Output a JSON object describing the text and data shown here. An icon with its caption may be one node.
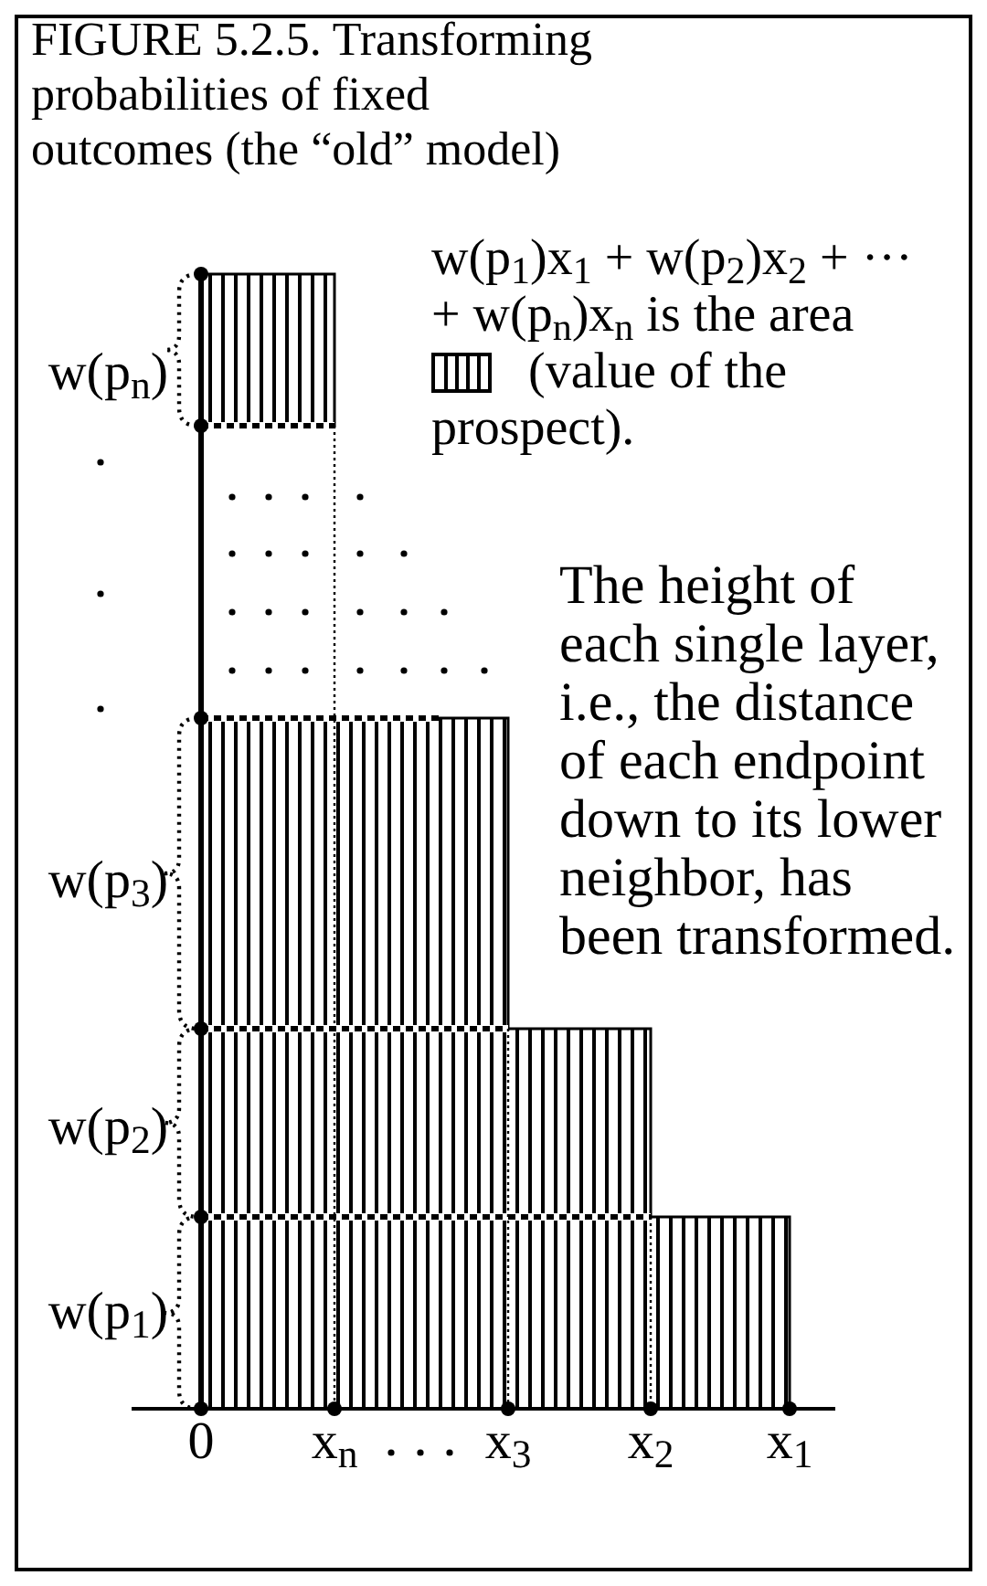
{
  "diagram": {
    "title": "FIGURE 5.2.5. Transforming probabilities of fixed outcomes (the “old” model)",
    "labels": [
      "w(p$_{1}$)x$_{1}$ + w(p$_{2}$)x$_{2}$ + ··· + w(p$_{n}$)x$_{n}$ is the area",
      "w(p$_{n}$)",
      "(value of the prospect).",
      "The height of each single layer, i.e., the distance of each endpoint down to its lower neighbor, has been transformed.",
      "w(p$_{3}$)",
      "w(p$_{2}$)",
      "w(p$_{1}$)",
      "0",
      "x$_{n}$",
      "x$_{3}$",
      "x$_{2}$",
      "x$_{1}$"
    ]
  }
}
